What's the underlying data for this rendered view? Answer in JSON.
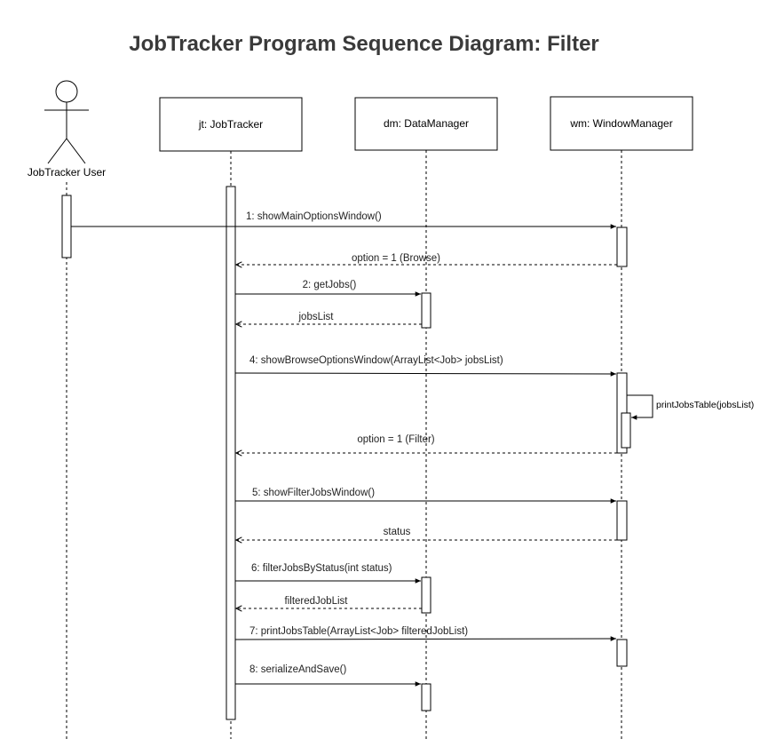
{
  "title": "JobTracker Program Sequence Diagram: Filter",
  "actor": {
    "label": "JobTracker User"
  },
  "participants": [
    {
      "label": "jt: JobTracker"
    },
    {
      "label": "dm: DataManager"
    },
    {
      "label": "wm: WindowManager"
    }
  ],
  "messages": [
    {
      "label": "1: showMainOptionsWindow()",
      "from": "user",
      "to": "wm",
      "kind": "call"
    },
    {
      "label": "option = 1 (Browse)",
      "from": "wm",
      "to": "jt",
      "kind": "return"
    },
    {
      "label": "2: getJobs()",
      "from": "jt",
      "to": "dm",
      "kind": "call"
    },
    {
      "label": "jobsList",
      "from": "dm",
      "to": "jt",
      "kind": "return"
    },
    {
      "label": "4: showBrowseOptionsWindow(ArrayList<Job> jobsList)",
      "from": "jt",
      "to": "wm",
      "kind": "call"
    },
    {
      "label": "printJobsTable(jobsList)",
      "from": "wm",
      "to": "wm",
      "kind": "self"
    },
    {
      "label": "option = 1 (Filter)",
      "from": "wm",
      "to": "jt",
      "kind": "return"
    },
    {
      "label": "5: showFilterJobsWindow()",
      "from": "jt",
      "to": "wm",
      "kind": "call"
    },
    {
      "label": "status",
      "from": "wm",
      "to": "jt",
      "kind": "return"
    },
    {
      "label": "6: filterJobsByStatus(int status)",
      "from": "jt",
      "to": "dm",
      "kind": "call"
    },
    {
      "label": "filteredJobList",
      "from": "dm",
      "to": "jt",
      "kind": "return"
    },
    {
      "label": "7: printJobsTable(ArrayList<Job> filteredJobList)",
      "from": "jt",
      "to": "wm",
      "kind": "call"
    },
    {
      "label": "8: serializeAndSave()",
      "from": "jt",
      "to": "dm",
      "kind": "call"
    }
  ]
}
